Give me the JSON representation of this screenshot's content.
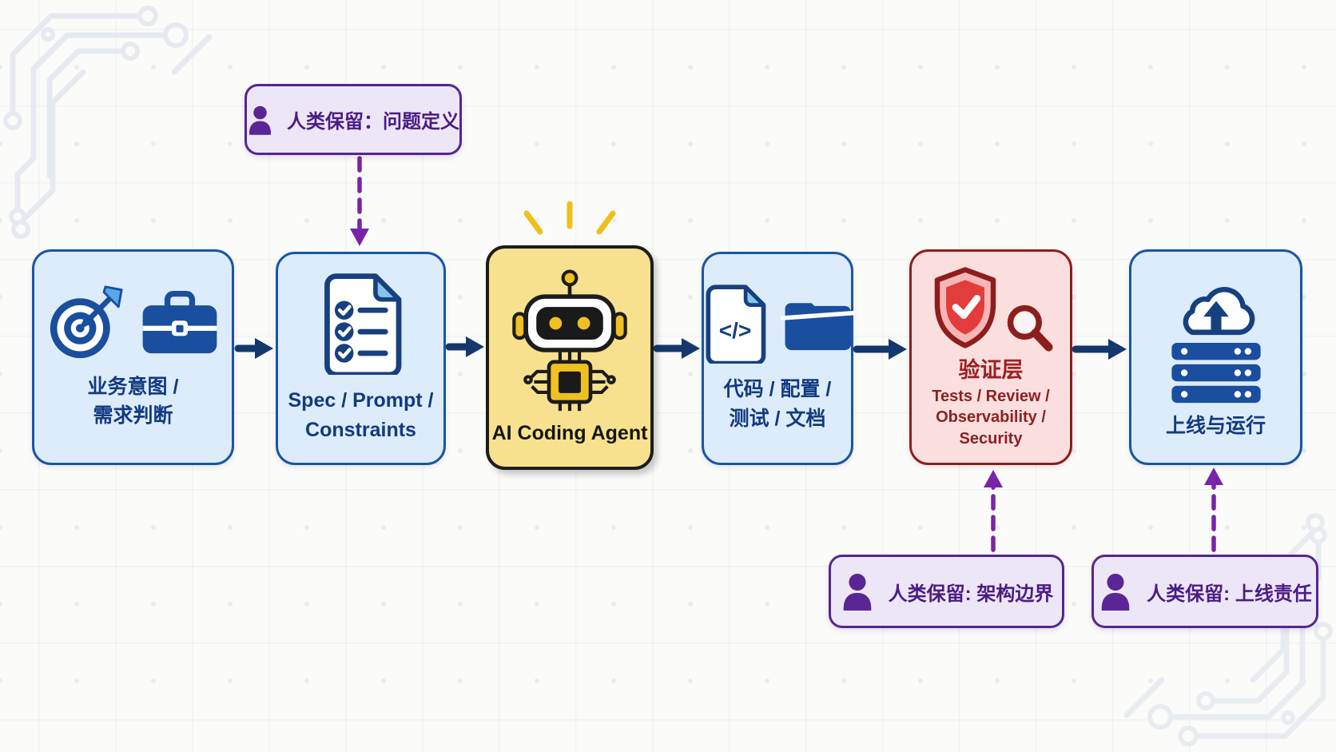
{
  "diagram": {
    "description": "AI coding workflow pipeline with human-reserved checkpoints",
    "colors": {
      "node_blue_bg": "#ddecfa",
      "node_blue_border": "#1a55a4",
      "node_blue_text": "#123a80",
      "node_yellow_bg": "#f7e18e",
      "node_yellow_border": "#1d1d1d",
      "node_red_bg": "#fbdfdf",
      "node_red_border": "#901d1d",
      "node_red_text": "#9e1f1f",
      "callout_bg": "#ece6f7",
      "callout_border": "#54278e",
      "callout_text": "#4a1c85",
      "flow_arrow": "#14386e",
      "human_arrow": "#7b22aa",
      "spark": "#efc018"
    },
    "icon_glyphs": {
      "code": "</>"
    },
    "nodes": [
      {
        "id": "business-intent",
        "lines": [
          "业务意图 /",
          "需求判断"
        ],
        "icons": [
          "target-icon",
          "briefcase-icon"
        ]
      },
      {
        "id": "spec-prompt",
        "lines": [
          "Spec / Prompt /",
          "Constraints"
        ],
        "icons": [
          "checklist-icon"
        ]
      },
      {
        "id": "ai-coding-agent",
        "lines": [
          "AI Coding Agent"
        ],
        "icons": [
          "robot-icon",
          "chip-icon"
        ]
      },
      {
        "id": "code-artifacts",
        "lines": [
          "代码 / 配置 /",
          "测试 / 文档"
        ],
        "icons": [
          "code-file-icon",
          "folder-icon"
        ]
      },
      {
        "id": "verification-layer",
        "title": "验证层",
        "lines": [
          "Tests / Review /",
          "Observability /",
          "Security"
        ],
        "icons": [
          "shield-check-icon",
          "magnifier-icon"
        ]
      },
      {
        "id": "launch-operate",
        "lines": [
          "上线与运行"
        ],
        "icons": [
          "cloud-upload-icon",
          "server-icon"
        ]
      }
    ],
    "callouts": [
      {
        "id": "problem-definition",
        "label": "人类保留：问题定义",
        "points_to": "spec-prompt",
        "arrow_direction": "down"
      },
      {
        "id": "architecture-boundary",
        "label": "人类保留: 架构边界",
        "points_to": "verification-layer",
        "arrow_direction": "up"
      },
      {
        "id": "launch-responsibility",
        "label": "人类保留: 上线责任",
        "points_to": "launch-operate",
        "arrow_direction": "up"
      }
    ]
  }
}
